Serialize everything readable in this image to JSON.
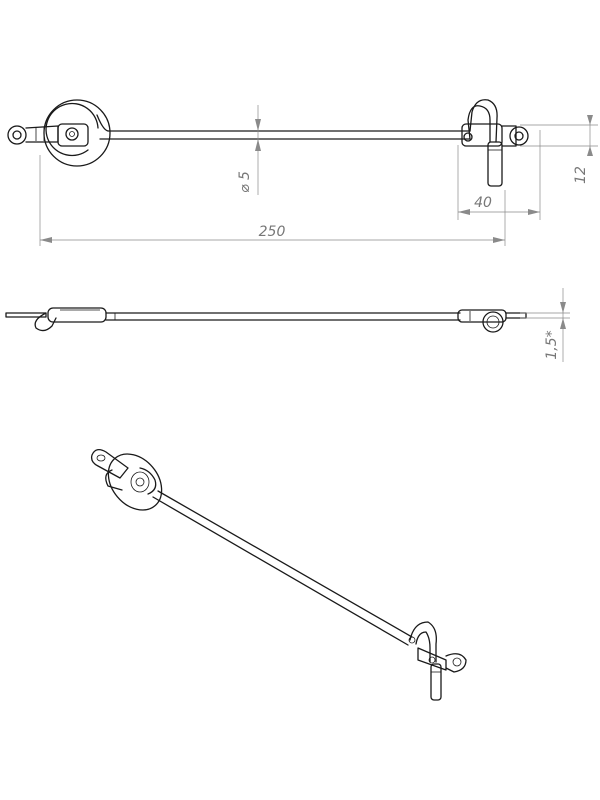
{
  "dimensions": {
    "length": "250",
    "diameter": "⌀ 5",
    "offset": "40",
    "height": "12",
    "thickness": "1,5*"
  }
}
